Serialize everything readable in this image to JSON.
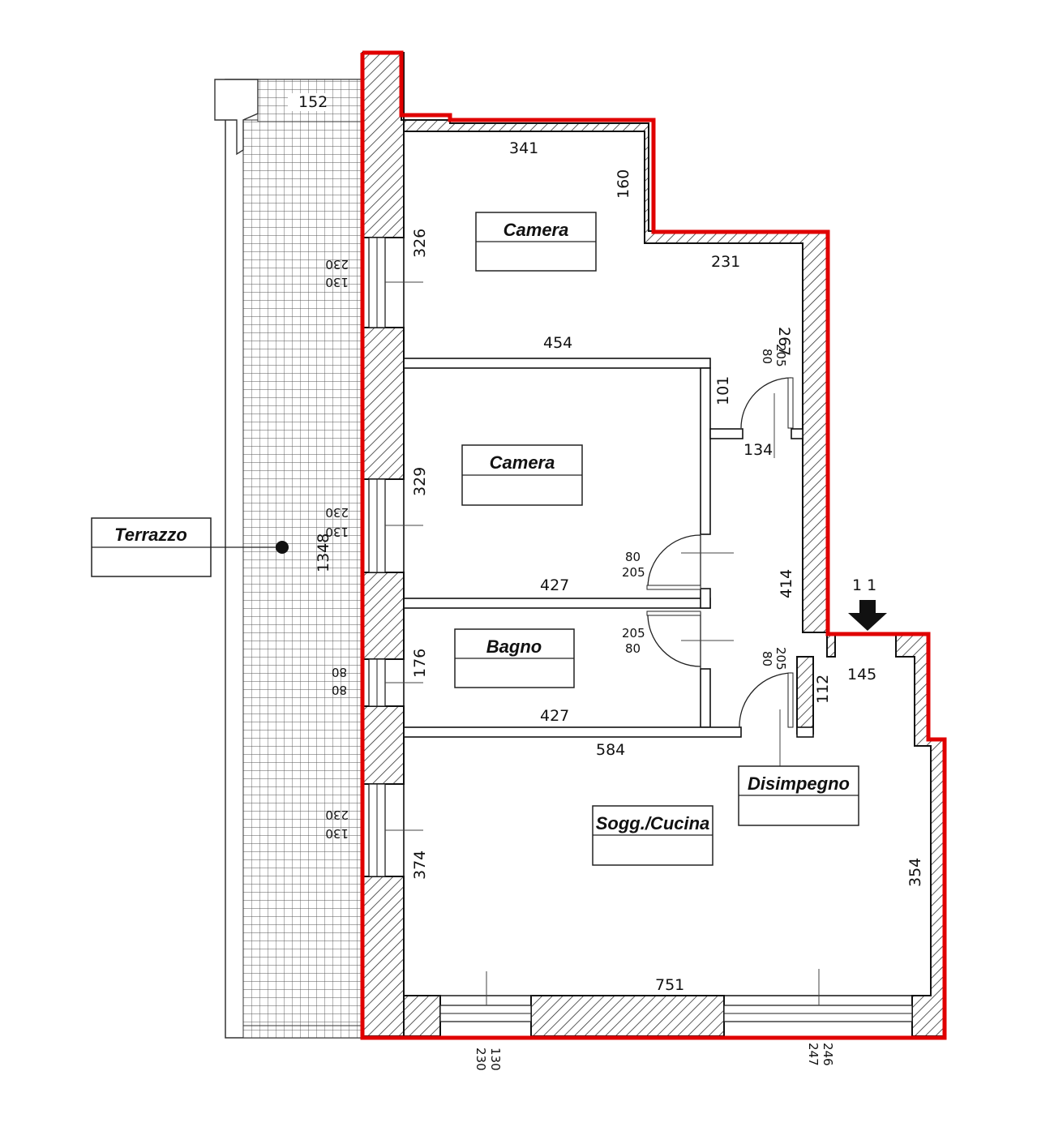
{
  "rooms": {
    "terrazzo": "Terrazzo",
    "camera_1": "Camera",
    "camera_2": "Camera",
    "bagno": "Bagno",
    "disimpegno": "Disimpegno",
    "soggiorno": "Sogg./Cucina"
  },
  "dimensions": {
    "terrace_width": "152",
    "terrace_length": "1348",
    "camera1_top": "341",
    "camera1_step": "160",
    "camera1_left": "326",
    "camera1_right_top": "231",
    "camera1_bottom": "454",
    "camera1_right": "267",
    "camera2_left": "329",
    "camera2_bottom": "427",
    "corridor_top": "101",
    "corridor_width": "134",
    "corridor_length": "414",
    "bagno_left": "176",
    "bagno_bottom": "427",
    "living_top": "584",
    "entrance_width": "145",
    "entrance_depth": "112",
    "living_left": "374",
    "living_right": "354",
    "living_bottom": "751"
  },
  "openings": {
    "window_camera1_w": "130",
    "window_camera1_h": "230",
    "window_camera2_w": "130",
    "window_camera2_h": "230",
    "window_bagno_w": "80",
    "window_bagno_h": "80",
    "window_living_w": "130",
    "window_living_h": "230",
    "window_bottom_a_w": "130",
    "window_bottom_a_h": "230",
    "window_bottom_b_w": "246",
    "window_bottom_b_h": "247",
    "door_camera1_w": "80",
    "door_camera1_h": "205",
    "door_camera2_w": "80",
    "door_camera2_h": "205",
    "door_bagno_w": "80",
    "door_bagno_h": "205",
    "door_disimpegno_w": "80",
    "door_disimpegno_h": "205"
  },
  "section_marker": "1 1",
  "colors": {
    "boundary": "#e00000",
    "wall_line": "#111111"
  }
}
